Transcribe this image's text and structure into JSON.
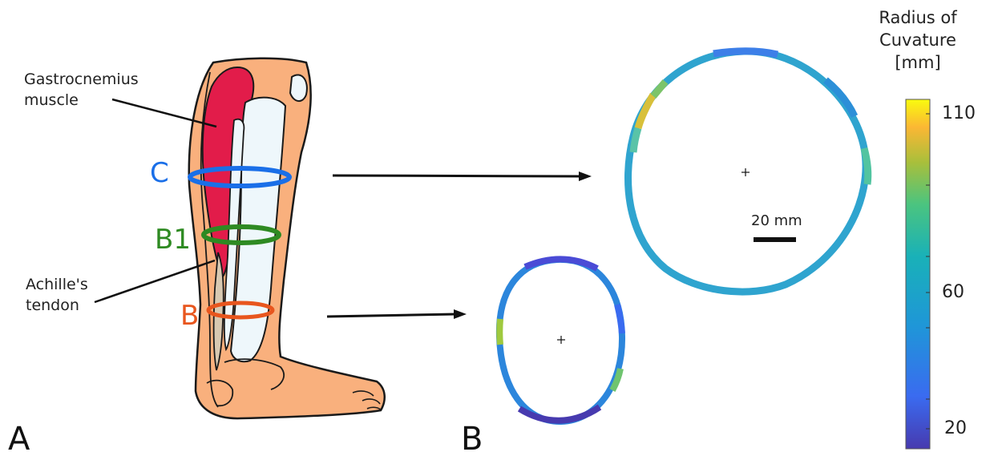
{
  "panels": {
    "a": "A",
    "b": "B"
  },
  "anatomy_labels": {
    "gastrocnemius_line1": "Gastrocnemius",
    "gastrocnemius_line2": "muscle",
    "achilles_line1": "Achille's",
    "achilles_line2": "tendon"
  },
  "sections": [
    {
      "label": "C",
      "color": "#1a6fe8"
    },
    {
      "label": "B1",
      "color": "#2e8a22"
    },
    {
      "label": "B",
      "color": "#e8561e"
    }
  ],
  "scale_bar": {
    "label": "20 mm"
  },
  "colorbar": {
    "title_line1": "Radius of",
    "title_line2": "Cuvature",
    "title_line3": "[mm]",
    "ticks": [
      "110",
      "60",
      "20"
    ],
    "colors": [
      "#f9fb0e",
      "#fbb734",
      "#a9bf3b",
      "#4bc47f",
      "#19b1b8",
      "#1f96d8",
      "#3a6bf0",
      "#473aaf"
    ]
  },
  "colors": {
    "skin": "#f9b07d",
    "muscle": "#e21c4a",
    "bone": "#eef7fb",
    "tendon": "#d8c9b2",
    "outline": "#1a1a1a"
  }
}
